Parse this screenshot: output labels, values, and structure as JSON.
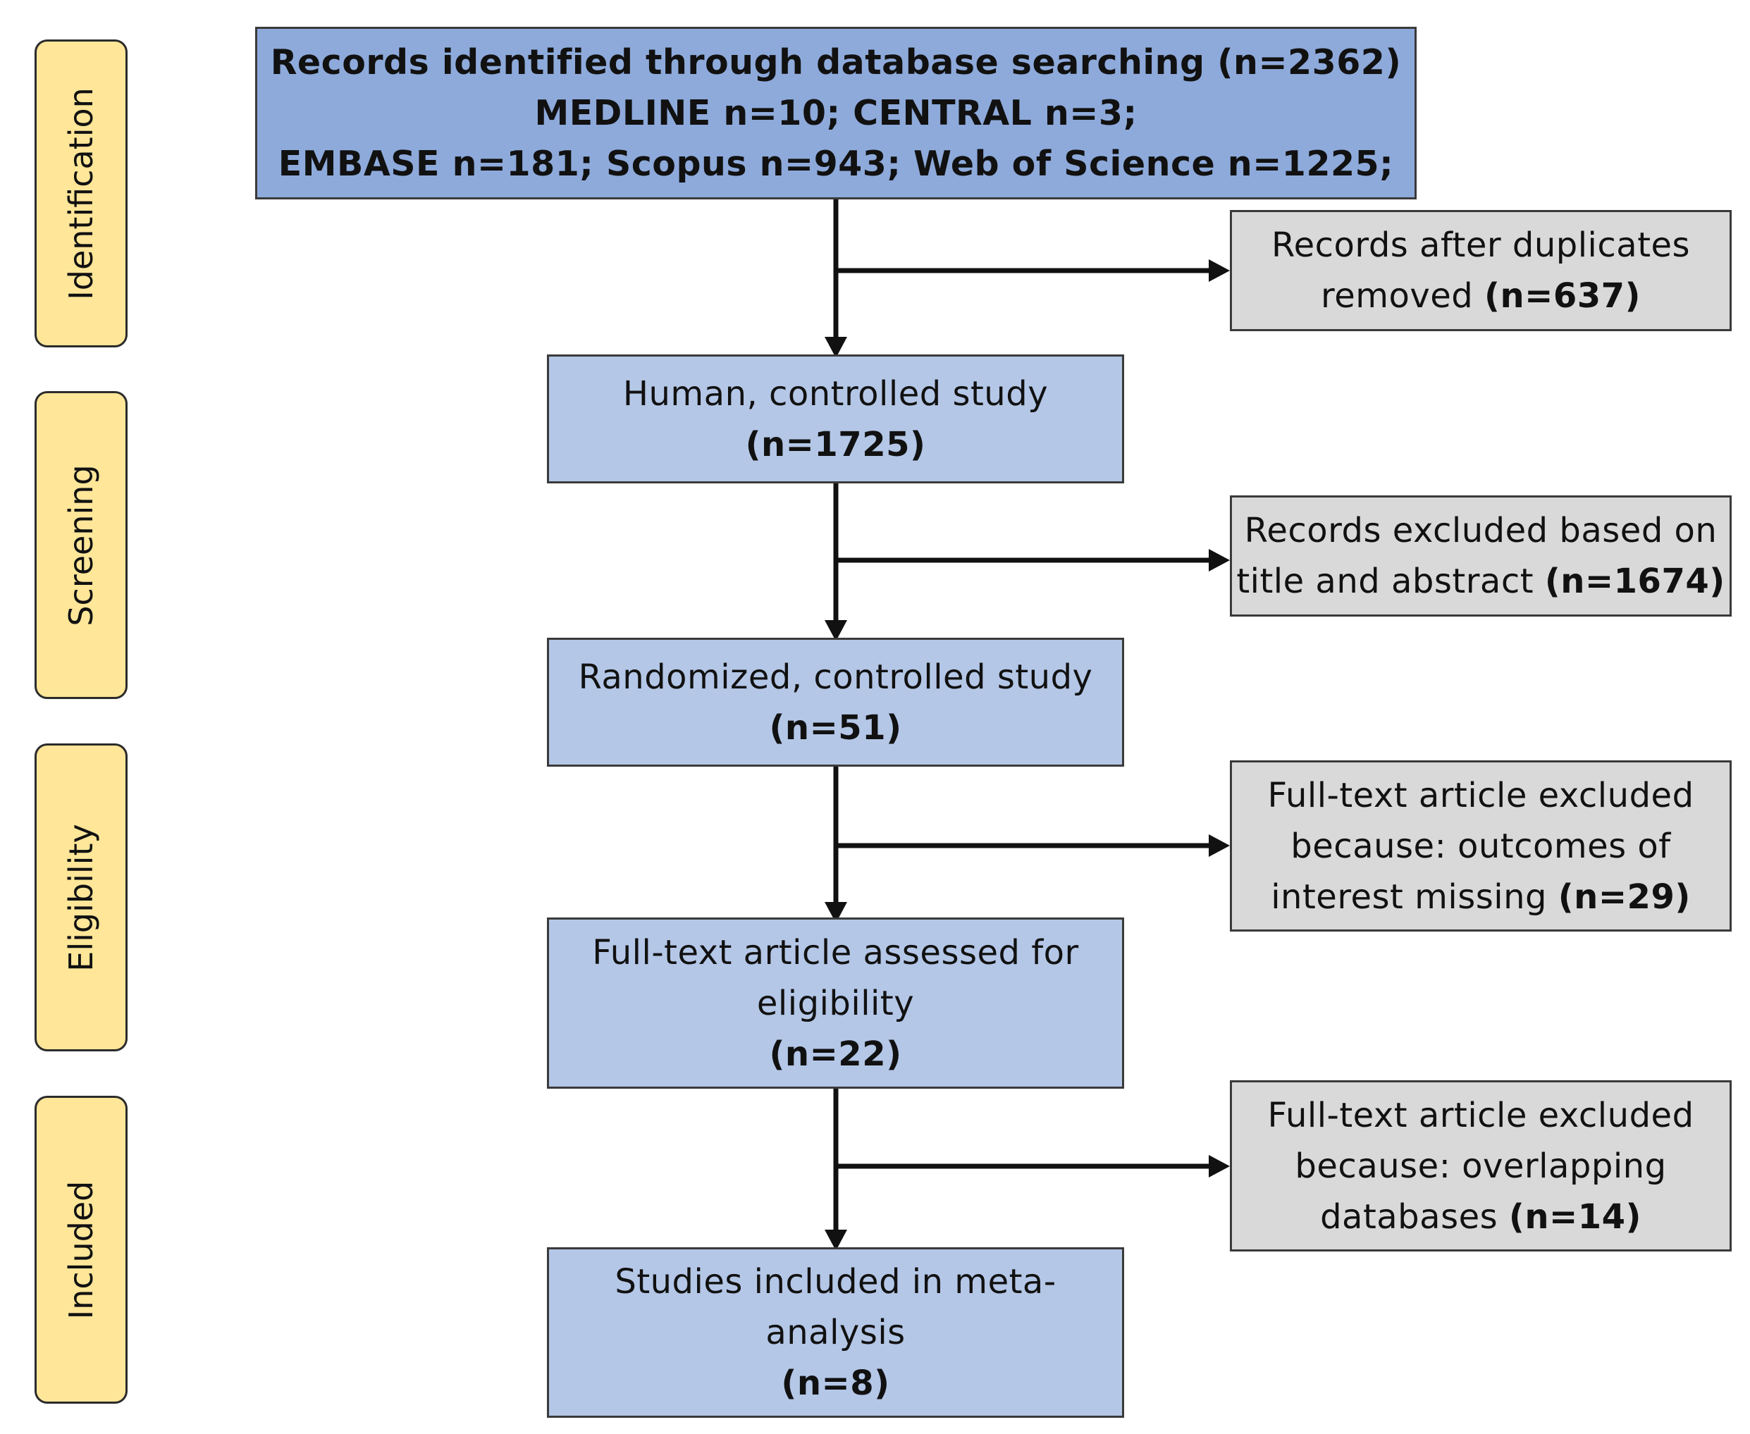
{
  "stages": [
    "Identification",
    "Screening",
    "Eligibility",
    "Included"
  ],
  "main": {
    "records_identified": {
      "line1": "Records identified through database searching (n=2362)",
      "line2": "MEDLINE n=10; CENTRAL n=3;",
      "line3": "EMBASE n=181; Scopus n=943; Web of Science n=1225;"
    },
    "human_controlled": {
      "line1": "Human, controlled study",
      "count": "(n=1725)"
    },
    "randomized_controlled": {
      "line1": "Randomized, controlled study",
      "count": "(n=51)"
    },
    "full_text_assessed": {
      "line1": "Full-text article assessed for",
      "line2": "eligibility",
      "count": "(n=22)"
    },
    "studies_included": {
      "line1": "Studies included in meta-",
      "line2": "analysis",
      "count": "(n=8)"
    }
  },
  "side": {
    "duplicates": {
      "line1": "Records after duplicates",
      "line2_prefix": "removed ",
      "count": "(n=637)"
    },
    "title_abstract": {
      "line1": "Records excluded based on",
      "line2_prefix": "title and abstract ",
      "count": "(n=1674)"
    },
    "outcomes_missing": {
      "line1": "Full-text article excluded",
      "line2": "because: outcomes of",
      "line3_prefix": "interest missing ",
      "count": "(n=29)"
    },
    "overlapping": {
      "line1": "Full-text article excluded",
      "line2": "because: overlapping",
      "line3_prefix": "databases ",
      "count": "(n=14)"
    }
  },
  "colors": {
    "top_box": "#8eaadb",
    "main_box": "#b4c7e7",
    "side_box": "#d9d9d9",
    "stage_label": "#ffe699"
  }
}
